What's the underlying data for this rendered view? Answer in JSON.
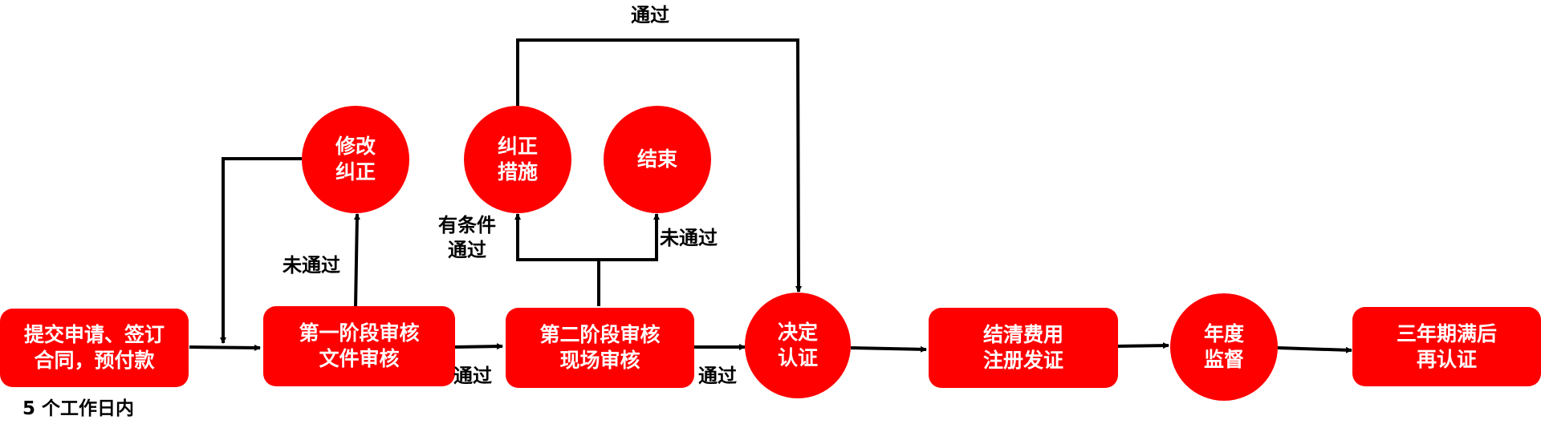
{
  "colors": {
    "node_fill": "#ff0000",
    "node_text": "#ffffff",
    "line": "#000000"
  },
  "nodes": {
    "submit": [
      "提交申请、签订",
      "合同，预付款"
    ],
    "stage1": [
      "第一阶段审核",
      "文件审核"
    ],
    "stage2": [
      "第二阶段审核",
      "现场审核"
    ],
    "decide": [
      "决定",
      "认证"
    ],
    "settle": [
      "结清费用",
      "注册发证"
    ],
    "annual": [
      "年度",
      "监督"
    ],
    "recert": [
      "三年期满后",
      "再认证"
    ],
    "modify": [
      "修改",
      "纠正"
    ],
    "corrective": [
      "纠正",
      "措施"
    ],
    "end": [
      "结束"
    ]
  },
  "labels": {
    "within_days": "5 个工作日内",
    "not_passed_1": "未通过",
    "passed_1": "通过",
    "conditional": [
      "有条件",
      "通过"
    ],
    "not_passed_2": "未通过",
    "passed_top": "通过",
    "passed_2": "通过"
  }
}
